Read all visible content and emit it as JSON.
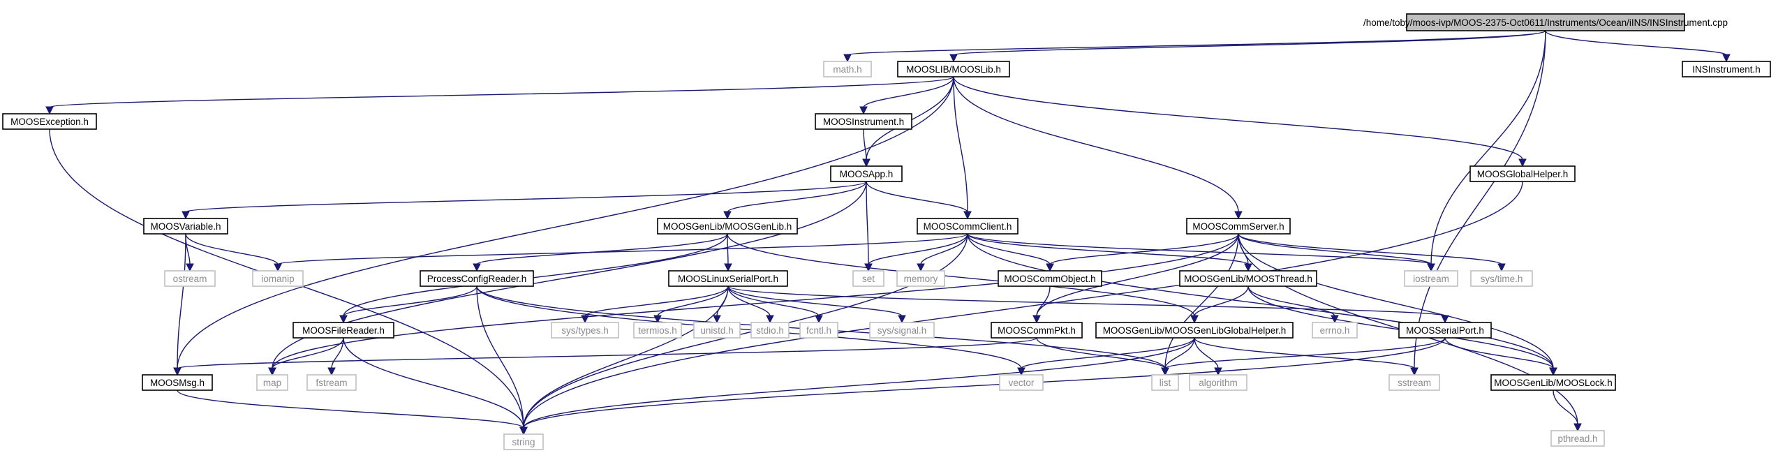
{
  "diagram": {
    "nodes": [
      {
        "id": "root",
        "label": "/home/toby/moos-ivp/MOOS-2375-Oct0611/Instruments/Ocean/iINS/INSInstrument.cpp",
        "kind": "root"
      },
      {
        "id": "mooslib",
        "label": "MOOSLIB/MOOSLib.h",
        "kind": "header"
      },
      {
        "id": "math",
        "label": "math.h",
        "kind": "system"
      },
      {
        "id": "insinst",
        "label": "INSInstrument.h",
        "kind": "header"
      },
      {
        "id": "moosexc",
        "label": "MOOSException.h",
        "kind": "header"
      },
      {
        "id": "moosinst",
        "label": "MOOSInstrument.h",
        "kind": "header"
      },
      {
        "id": "moosglobal",
        "label": "MOOSGlobalHelper.h",
        "kind": "header"
      },
      {
        "id": "moosapp",
        "label": "MOOSApp.h",
        "kind": "header"
      },
      {
        "id": "moosvar",
        "label": "MOOSVariable.h",
        "kind": "header"
      },
      {
        "id": "moosgenlib",
        "label": "MOOSGenLib/MOOSGenLib.h",
        "kind": "header"
      },
      {
        "id": "commclient",
        "label": "MOOSCommClient.h",
        "kind": "header"
      },
      {
        "id": "commserver",
        "label": "MOOSCommServer.h",
        "kind": "header"
      },
      {
        "id": "ostream",
        "label": "ostream",
        "kind": "system"
      },
      {
        "id": "iomanip",
        "label": "iomanip",
        "kind": "system"
      },
      {
        "id": "set",
        "label": "set",
        "kind": "system"
      },
      {
        "id": "memory",
        "label": "memory",
        "kind": "system"
      },
      {
        "id": "commobject",
        "label": "MOOSCommObject.h",
        "kind": "header"
      },
      {
        "id": "moosthread",
        "label": "MOOSGenLib/MOOSThread.h",
        "kind": "header"
      },
      {
        "id": "iostream",
        "label": "iostream",
        "kind": "system"
      },
      {
        "id": "systime",
        "label": "sys/time.h",
        "kind": "system"
      },
      {
        "id": "processconfig",
        "label": "ProcessConfigReader.h",
        "kind": "header"
      },
      {
        "id": "linuxserial",
        "label": "MOOSLinuxSerialPort.h",
        "kind": "header"
      },
      {
        "id": "systypes",
        "label": "sys/types.h",
        "kind": "system"
      },
      {
        "id": "termios",
        "label": "termios.h",
        "kind": "system"
      },
      {
        "id": "unistd",
        "label": "unistd.h",
        "kind": "system"
      },
      {
        "id": "stdio",
        "label": "stdio.h",
        "kind": "system"
      },
      {
        "id": "fcntl",
        "label": "fcntl.h",
        "kind": "system"
      },
      {
        "id": "syssignal",
        "label": "sys/signal.h",
        "kind": "system"
      },
      {
        "id": "filereader",
        "label": "MOOSFileReader.h",
        "kind": "header"
      },
      {
        "id": "commpkt",
        "label": "MOOSCommPkt.h",
        "kind": "header"
      },
      {
        "id": "genlibglobal",
        "label": "MOOSGenLib/MOOSGenLibGlobalHelper.h",
        "kind": "header"
      },
      {
        "id": "errno",
        "label": "errno.h",
        "kind": "system"
      },
      {
        "id": "serialport",
        "label": "MOOSSerialPort.h",
        "kind": "header"
      },
      {
        "id": "moosmsg",
        "label": "MOOSMsg.h",
        "kind": "header"
      },
      {
        "id": "map",
        "label": "map",
        "kind": "system"
      },
      {
        "id": "fstream",
        "label": "fstream",
        "kind": "system"
      },
      {
        "id": "vector",
        "label": "vector",
        "kind": "system"
      },
      {
        "id": "list",
        "label": "list",
        "kind": "system"
      },
      {
        "id": "algorithm",
        "label": "algorithm",
        "kind": "system"
      },
      {
        "id": "sstream",
        "label": "sstream",
        "kind": "system"
      },
      {
        "id": "mooslock",
        "label": "MOOSGenLib/MOOSLock.h",
        "kind": "header"
      },
      {
        "id": "string",
        "label": "string",
        "kind": "system"
      },
      {
        "id": "pthread",
        "label": "pthread.h",
        "kind": "system"
      }
    ],
    "edges": [
      [
        "root",
        "mooslib"
      ],
      [
        "root",
        "math"
      ],
      [
        "root",
        "insinst"
      ],
      [
        "root",
        "iostream"
      ],
      [
        "root",
        "sstream"
      ],
      [
        "mooslib",
        "moosexc"
      ],
      [
        "mooslib",
        "moosinst"
      ],
      [
        "mooslib",
        "moosglobal"
      ],
      [
        "mooslib",
        "moosapp"
      ],
      [
        "mooslib",
        "commclient"
      ],
      [
        "mooslib",
        "commserver"
      ],
      [
        "mooslib",
        "moosmsg"
      ],
      [
        "moosexc",
        "string"
      ],
      [
        "moosinst",
        "moosapp"
      ],
      [
        "moosglobal",
        "string"
      ],
      [
        "moosapp",
        "moosvar"
      ],
      [
        "moosapp",
        "moosgenlib"
      ],
      [
        "moosapp",
        "commclient"
      ],
      [
        "moosapp",
        "set"
      ],
      [
        "moosapp",
        "map"
      ],
      [
        "moosvar",
        "ostream"
      ],
      [
        "moosvar",
        "iomanip"
      ],
      [
        "moosvar",
        "moosmsg"
      ],
      [
        "moosgenlib",
        "processconfig"
      ],
      [
        "moosgenlib",
        "linuxserial"
      ],
      [
        "moosgenlib",
        "filereader"
      ],
      [
        "moosgenlib",
        "genlibglobal"
      ],
      [
        "commclient",
        "iomanip"
      ],
      [
        "commclient",
        "set"
      ],
      [
        "commclient",
        "memory"
      ],
      [
        "commclient",
        "commobject"
      ],
      [
        "commclient",
        "moosthread"
      ],
      [
        "commclient",
        "iostream"
      ],
      [
        "commclient",
        "mooslock"
      ],
      [
        "commclient",
        "string"
      ],
      [
        "commserver",
        "commobject"
      ],
      [
        "commserver",
        "moosthread"
      ],
      [
        "commserver",
        "iostream"
      ],
      [
        "commserver",
        "systime"
      ],
      [
        "commserver",
        "mooslock"
      ],
      [
        "commserver",
        "pthread"
      ],
      [
        "commserver",
        "commpkt"
      ],
      [
        "commserver",
        "list"
      ],
      [
        "commserver",
        "map"
      ],
      [
        "commobject",
        "commpkt"
      ],
      [
        "moosthread",
        "genlibglobal"
      ],
      [
        "moosthread",
        "errno"
      ],
      [
        "moosthread",
        "mooslock"
      ],
      [
        "processconfig",
        "filereader"
      ],
      [
        "processconfig",
        "string"
      ],
      [
        "processconfig",
        "vector"
      ],
      [
        "processconfig",
        "list"
      ],
      [
        "linuxserial",
        "systypes"
      ],
      [
        "linuxserial",
        "termios"
      ],
      [
        "linuxserial",
        "unistd"
      ],
      [
        "linuxserial",
        "stdio"
      ],
      [
        "linuxserial",
        "fcntl"
      ],
      [
        "linuxserial",
        "syssignal"
      ],
      [
        "linuxserial",
        "serialport"
      ],
      [
        "linuxserial",
        "string"
      ],
      [
        "filereader",
        "map"
      ],
      [
        "filereader",
        "fstream"
      ],
      [
        "filereader",
        "string"
      ],
      [
        "commpkt",
        "moosmsg"
      ],
      [
        "commpkt",
        "list"
      ],
      [
        "genlibglobal",
        "vector"
      ],
      [
        "genlibglobal",
        "list"
      ],
      [
        "genlibglobal",
        "algorithm"
      ],
      [
        "genlibglobal",
        "sstream"
      ],
      [
        "genlibglobal",
        "string"
      ],
      [
        "serialport",
        "list"
      ],
      [
        "serialport",
        "mooslock"
      ],
      [
        "serialport",
        "string"
      ],
      [
        "moosmsg",
        "string"
      ],
      [
        "mooslock",
        "pthread"
      ]
    ]
  }
}
